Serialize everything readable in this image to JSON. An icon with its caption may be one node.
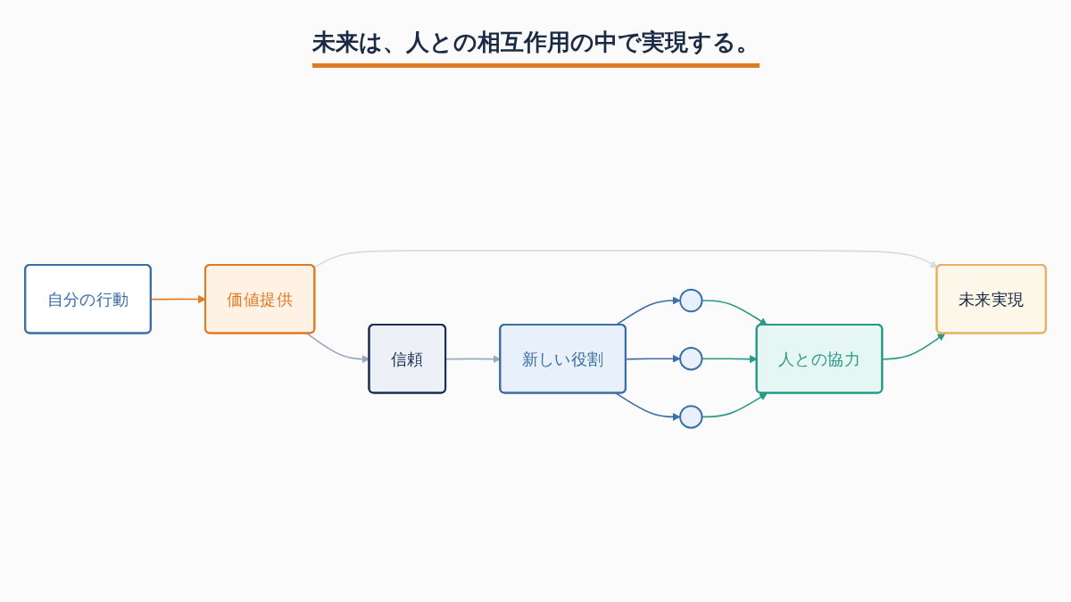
{
  "diagram": {
    "title": "未来は、人との相互作用の中で実現する。",
    "nodes": [
      {
        "text": [
          "自分の行動"
        ]
      },
      {
        "text": [
          "価値提供"
        ]
      },
      {
        "text": [
          "信頼"
        ]
      },
      {
        "text": [
          "新しい役割"
        ]
      },
      {
        "text": [
          "未来実現"
        ]
      },
      {
        "text": [
          "人との協力"
        ]
      },
      {
        "text": [],
        "shape": "circle"
      },
      {
        "text": [],
        "shape": "circle"
      },
      {
        "text": [],
        "shape": "circle"
      }
    ],
    "edges": [
      {
        "from": 0,
        "to": 1,
        "arrow": "to",
        "color": "#e07b24"
      },
      {
        "from": 1,
        "to": 2,
        "arrow": "to",
        "color": "#9aaabb"
      },
      {
        "from": 2,
        "to": 3,
        "arrow": "to",
        "color": "#9aaabb"
      },
      {
        "from": 1,
        "to": 4,
        "arrow": "to",
        "color": "#d5dbe2"
      },
      {
        "from": 3,
        "to": 6,
        "arrow": "to",
        "color": "#3a6ea5"
      },
      {
        "from": 3,
        "to": 7,
        "arrow": "to",
        "color": "#3a6ea5"
      },
      {
        "from": 3,
        "to": 8,
        "arrow": "to",
        "color": "#3a6ea5"
      },
      {
        "from": 6,
        "to": 5,
        "arrow": "to",
        "color": "#2a9a86"
      },
      {
        "from": 7,
        "to": 5,
        "arrow": "to",
        "color": "#2a9a86"
      },
      {
        "from": 8,
        "to": 5,
        "arrow": "to",
        "color": "#2a9a86"
      },
      {
        "from": 5,
        "to": 4,
        "arrow": "to",
        "color": "#2a9a86"
      }
    ]
  }
}
